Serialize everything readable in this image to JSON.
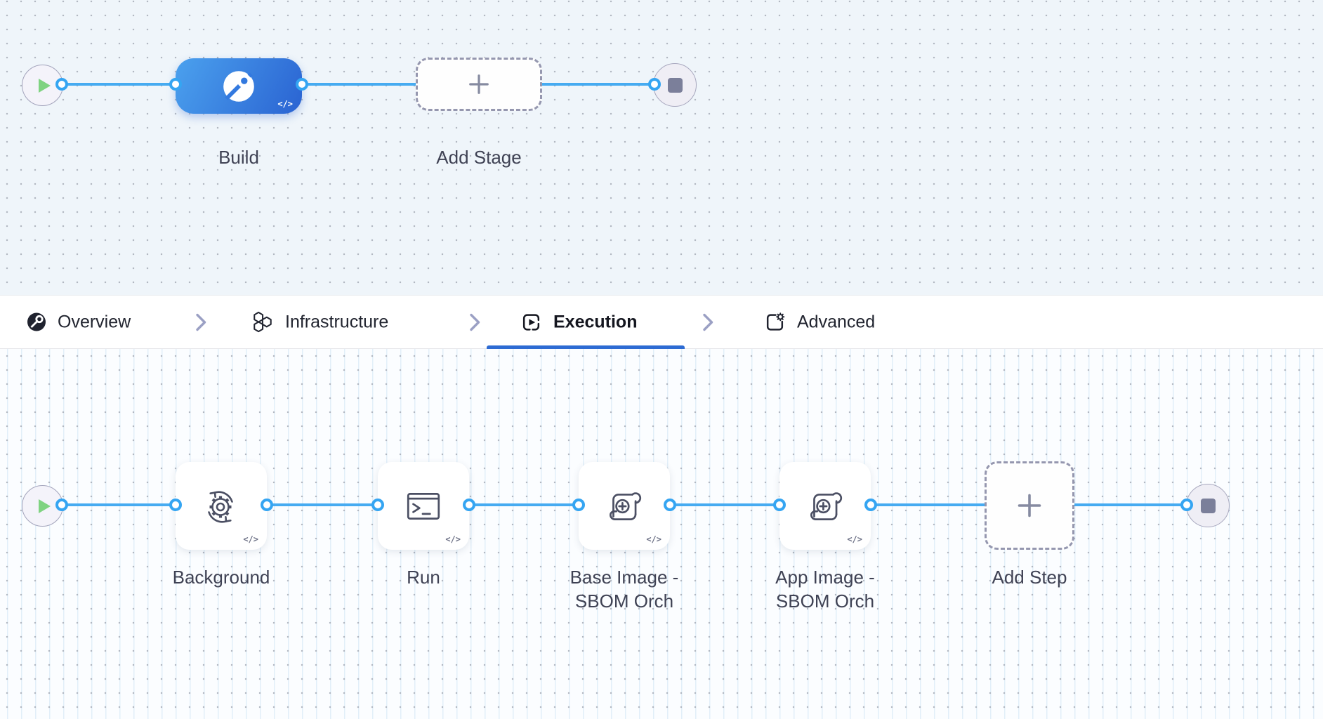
{
  "stage_canvas": {
    "start_icon": "play-icon",
    "end_icon": "stop-icon",
    "connector_icon": "port-dot-icon",
    "stage": {
      "label": "Build",
      "icon": "ci-build-icon",
      "code_badge": "</>"
    },
    "add_stage": {
      "label": "Add Stage",
      "icon": "plus-icon"
    }
  },
  "tabbar": {
    "active_tab": "Execution",
    "accent_color": "#2d6bd3",
    "separator_icon": "chevron-right-icon",
    "tabs": [
      {
        "label": "Overview",
        "icon": "ci-build-icon",
        "active": false
      },
      {
        "label": "Infrastructure",
        "icon": "hexagons-icon",
        "active": false
      },
      {
        "label": "Execution",
        "icon": "execution-play-square-icon",
        "active": true
      },
      {
        "label": "Advanced",
        "icon": "advanced-gear-square-icon",
        "active": false
      }
    ]
  },
  "execution_canvas": {
    "start_icon": "play-icon",
    "end_icon": "stop-icon",
    "steps": [
      {
        "label_lines": [
          "Background"
        ],
        "icon": "sync-gear-icon",
        "code_badge": "</>"
      },
      {
        "label_lines": [
          "Run"
        ],
        "icon": "terminal-icon",
        "code_badge": "</>"
      },
      {
        "label_lines": [
          "Base Image -",
          "SBOM Orch"
        ],
        "icon": "sbom-scroll-icon",
        "code_badge": "</>"
      },
      {
        "label_lines": [
          "App Image -",
          "SBOM Orch"
        ],
        "icon": "sbom-scroll-icon",
        "code_badge": "</>"
      }
    ],
    "add_step": {
      "label": "Add Step",
      "icon": "plus-icon"
    }
  },
  "colors": {
    "line_blue": "#46abf1",
    "port_blue": "#35a5f2",
    "stage_gradient_start": "#4ba1ee",
    "stage_gradient_end": "#2a63d2",
    "play_green": "#7fd381",
    "canvas_top_bg": "#eff5fa",
    "canvas_bottom_bg": "#fbfdff",
    "icon_stroke": "#4b4f63"
  }
}
